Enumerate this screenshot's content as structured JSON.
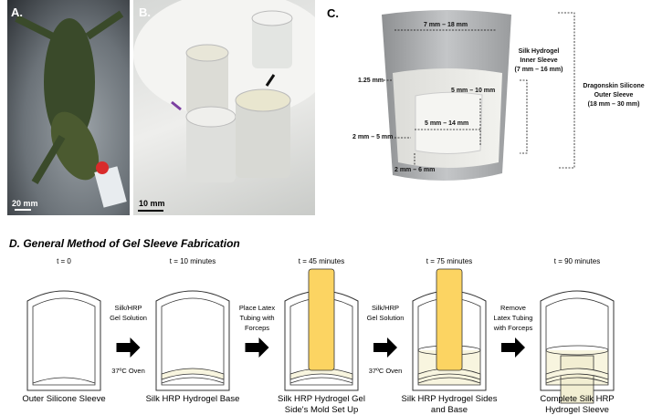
{
  "panel_a": {
    "label": "A.",
    "scale": "20 mm"
  },
  "panel_b": {
    "label": "B.",
    "scale": "10 mm"
  },
  "panel_c": {
    "label": "C.",
    "top_width": "7 mm – 18 mm",
    "wall": "1.25 mm",
    "inner_height": "5 mm – 10 mm",
    "inner_width": "5 mm – 14 mm",
    "side": "2 mm – 5 mm",
    "base": "2 mm – 6 mm",
    "inner_sleeve": [
      "Silk Hydrogel",
      "Inner Sleeve",
      "(7 mm – 16 mm)"
    ],
    "outer_sleeve": [
      "Dragonskin Silicone",
      "Outer Sleeve",
      "(18 mm – 30 mm)"
    ]
  },
  "panel_d": {
    "title": "D. General Method of Gel Sleeve Fabrication",
    "steps": [
      {
        "time": "t = 0",
        "caption": [
          "Outer Silicone Sleeve"
        ]
      },
      {
        "time": "t =  10 minutes",
        "caption": [
          "Silk HRP Hydrogel Base"
        ]
      },
      {
        "time": "t =  45 minutes",
        "caption": [
          "Silk HRP Hydrogel Gel",
          "Side's Mold Set Up"
        ]
      },
      {
        "time": "t =  75 minutes",
        "caption": [
          "Silk HRP Hydrogel Sides",
          "and Base"
        ]
      },
      {
        "time": "t =  90 minutes",
        "caption": [
          "Complete Silk HRP",
          "Hydrogel Sleeve"
        ]
      }
    ],
    "arrows": [
      {
        "top": [
          "Silk/HRP",
          "Gel Solution"
        ],
        "bottom": [
          "37ºC Oven"
        ]
      },
      {
        "top": [
          "Place Latex",
          "Tubing with",
          "Forceps"
        ],
        "bottom": []
      },
      {
        "top": [
          "Silk/HRP",
          "Gel Solution"
        ],
        "bottom": [
          "37ºC Oven"
        ]
      },
      {
        "top": [
          "Remove",
          "Latex Tubing",
          "with Forceps"
        ],
        "bottom": []
      }
    ]
  },
  "colors": {
    "gel": "#f8f5df",
    "tubing": "#fcd462",
    "purple_arrow": "#7b3fa0"
  }
}
